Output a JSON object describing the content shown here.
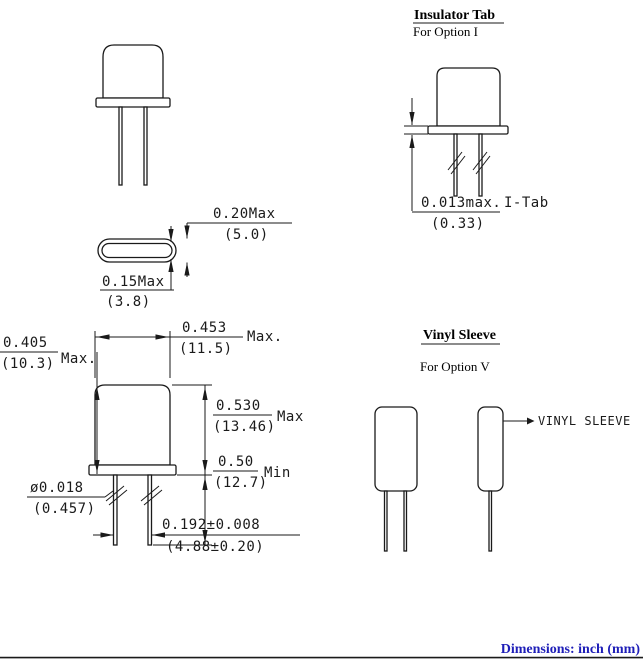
{
  "footer": {
    "label": "Dimensions: inch (mm)",
    "color": "#1e1eb8"
  },
  "top_view_dims": {
    "width_in": "0.20Max",
    "width_mm": "(5.0)",
    "thick_in": "0.15Max",
    "thick_mm": "(3.8)"
  },
  "front_view_dims": {
    "body_width_in": "0.453",
    "body_width_mm": "(11.5)",
    "body_width_qual": "Max.",
    "body_height_in": "0.405",
    "body_height_mm": "(10.3)",
    "body_height_qual": "Max.",
    "overall_height_in": "0.530",
    "overall_height_mm": "(13.46)",
    "overall_height_qual": "Max",
    "lead_length_in": "0.50",
    "lead_length_mm": "(12.7)",
    "lead_length_qual": "Min",
    "lead_dia_in": "ø0.018",
    "lead_dia_mm": "(0.457)",
    "lead_spacing_in": "0.192±0.008",
    "lead_spacing_mm": "(4.88±0.20)"
  },
  "insulator_tab": {
    "title": "Insulator Tab",
    "subtitle": "For Option I",
    "tab_thickness_in": "0.013max.",
    "tab_thickness_mm": "(0.33)",
    "tab_label": "I-Tab"
  },
  "vinyl_sleeve": {
    "title": "Vinyl Sleeve",
    "subtitle": "For Option V",
    "callout": "VINYL SLEEVE"
  }
}
